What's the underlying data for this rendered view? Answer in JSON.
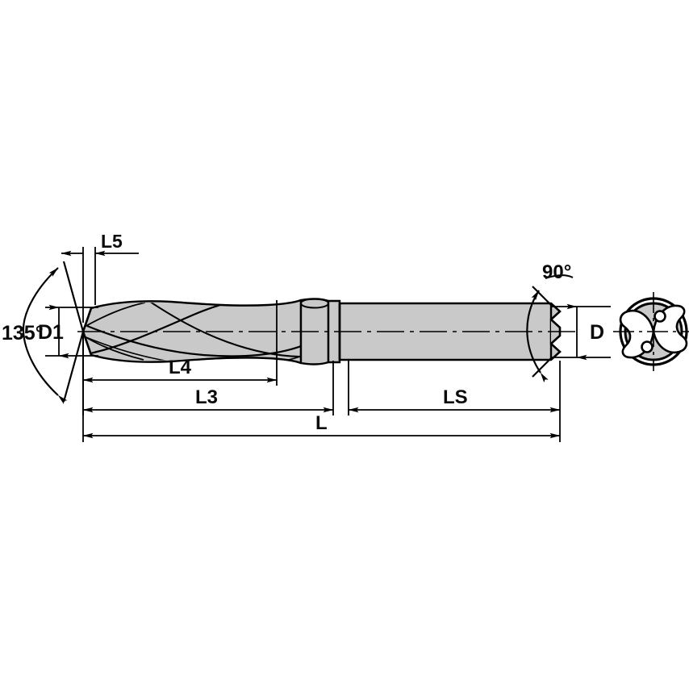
{
  "drawing": {
    "title": "Drill technical drawing",
    "type": "engineering-dimension-drawing",
    "background_color": "#ffffff",
    "line_color": "#000000",
    "metal_fill_color": "#c9c9c9",
    "labels": {
      "point_angle": "135°",
      "tip_diameter": "D1",
      "tip_length": "L5",
      "flute_length": "L4",
      "body_length": "L3",
      "shank_length": "LS",
      "overall_length": "L",
      "shank_diameter": "D",
      "shank_chamfer_angle": "90°"
    },
    "views": {
      "side_view_name": "side-view",
      "end_view_name": "end-view",
      "end_view_features": {
        "flute_count": 2,
        "coolant_hole_count": 2
      }
    }
  }
}
